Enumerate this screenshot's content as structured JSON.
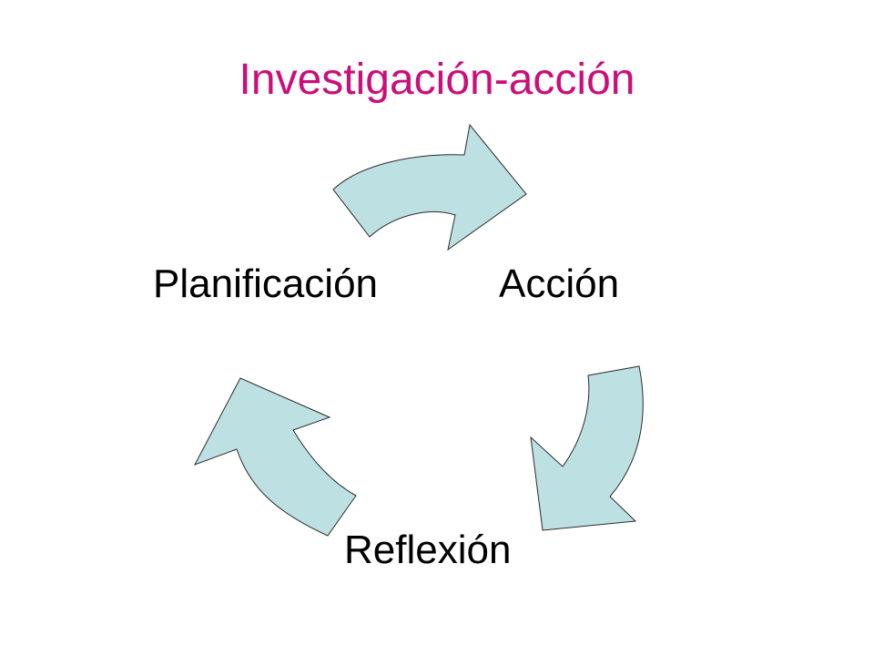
{
  "title": "Investigación-acción",
  "cycle": {
    "steps": [
      {
        "label": "Planificación"
      },
      {
        "label": "Acción"
      },
      {
        "label": "Reflexión"
      }
    ]
  },
  "colors": {
    "title": "#cc0d7a",
    "arrow_fill": "#bde1e3",
    "arrow_stroke": "#2b2b2b",
    "text": "#000000",
    "background": "#ffffff"
  }
}
